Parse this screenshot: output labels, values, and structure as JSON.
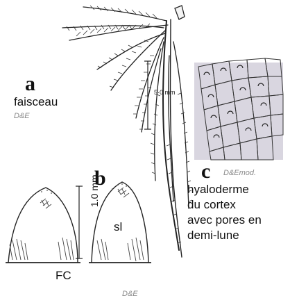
{
  "panel_a": {
    "letter": "a",
    "caption": "faisceau",
    "credit": "D&E",
    "scale_label": "5·0 mm"
  },
  "panel_b": {
    "letter": "b",
    "scale_label": "1.0 mm",
    "region_label": "sl",
    "caption": "FC",
    "credit": "D&E"
  },
  "panel_c": {
    "letter": "c",
    "credit": "D&Emod.",
    "caption_lines": [
      "hyaloderme",
      "du cortex",
      "avec pores en",
      "demi-lune"
    ]
  }
}
